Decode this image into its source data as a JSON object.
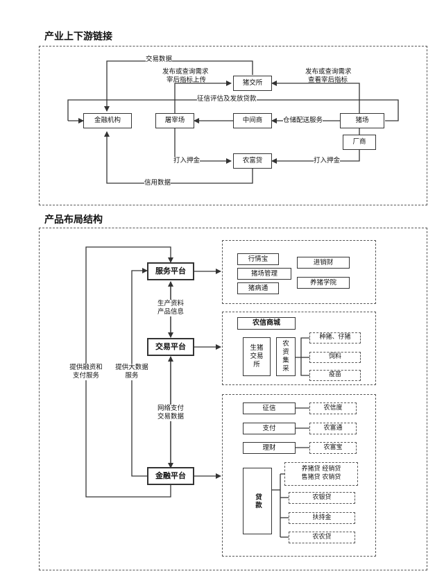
{
  "section1": {
    "title": "产业上下游链接",
    "nodes": {
      "finance": "金融机构",
      "slaughter": "屠宰场",
      "middleman": "中间商",
      "exchange": "猪交所",
      "farm": "猪场",
      "factory": "厂商",
      "nongfudai": "农富贷"
    },
    "labels": {
      "trade_data": "交易数据",
      "publish_left_1": "发布或查询需求",
      "publish_left_2": "宰后指标上传",
      "publish_right_1": "发布或查询需求",
      "publish_right_2": "查看宰后指标",
      "credit_loan": "征信评估及发放贷款",
      "warehouse": "仓储配送服务",
      "deposit_left": "打入押金",
      "deposit_right": "打入押金",
      "credit_data": "信用数据"
    }
  },
  "section2": {
    "title": "产品布局结构",
    "platforms": {
      "service": "服务平台",
      "trade": "交易平台",
      "finance": "金融平台"
    },
    "labels": {
      "finance_pay": "提供融资和\n支付服务",
      "big_data": "提供大数据\n服务",
      "production": "生产资料\n产品信息",
      "network_pay": "网络支付\n交易数据"
    },
    "service_items": [
      "行情宝",
      "猪场管理",
      "猪病通",
      "进销财",
      "养猪学院"
    ],
    "mall": {
      "title": "农信商城",
      "exchange": "生猪\n交易\n所",
      "procure": "农\n资\n集\n采",
      "items": [
        "种猪、仔猪",
        "饲料",
        "疫苗"
      ]
    },
    "finance_items": [
      {
        "name": "征信",
        "product": "农信度"
      },
      {
        "name": "支付",
        "product": "农富通"
      },
      {
        "name": "理财",
        "product": "农富宝"
      }
    ],
    "loan": {
      "name": "贷款",
      "products": [
        "养猪贷 经销贷\n售猪贷 农销贷",
        "农银贷",
        "扶持金",
        "农农贷"
      ]
    }
  }
}
